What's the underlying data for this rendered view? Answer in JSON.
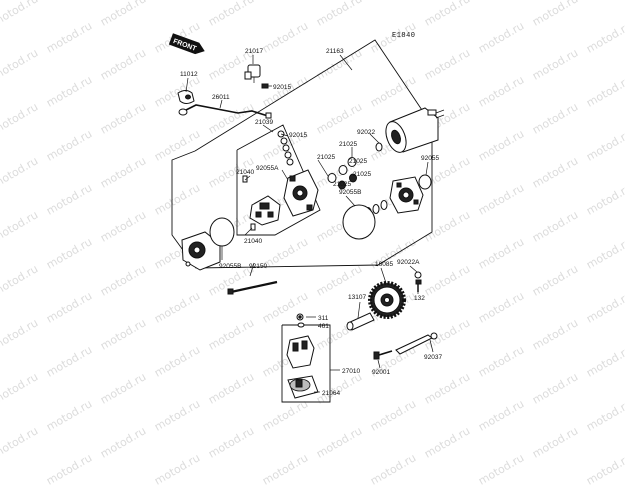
{
  "diagram": {
    "code": "E1840",
    "front_badge": "FRONT",
    "watermark": "motod.ru",
    "labels": {
      "l11012": "11012",
      "l21017": "21017",
      "l21163": "21163",
      "l92015a": "92015",
      "l26011": "26011",
      "l21039": "21039",
      "l92015b": "92015",
      "l21025a": "21025",
      "l92022": "92022",
      "l21025b": "21025",
      "l21025c": "21025",
      "l92055a": "92055",
      "l92055A": "92055A",
      "l21025d": "21025",
      "l21025e": "21025",
      "l21040a": "21040",
      "l92055Ba": "92055B",
      "l21040b": "21040",
      "l92055Bb": "92055B",
      "l92150": "92150",
      "l16085": "16085",
      "l92022A": "92022A",
      "l13107": "13107",
      "l132": "132",
      "l311": "311",
      "l461": "461",
      "l27010": "27010",
      "l21064": "21064",
      "l92037": "92037",
      "l92001": "92001"
    }
  }
}
